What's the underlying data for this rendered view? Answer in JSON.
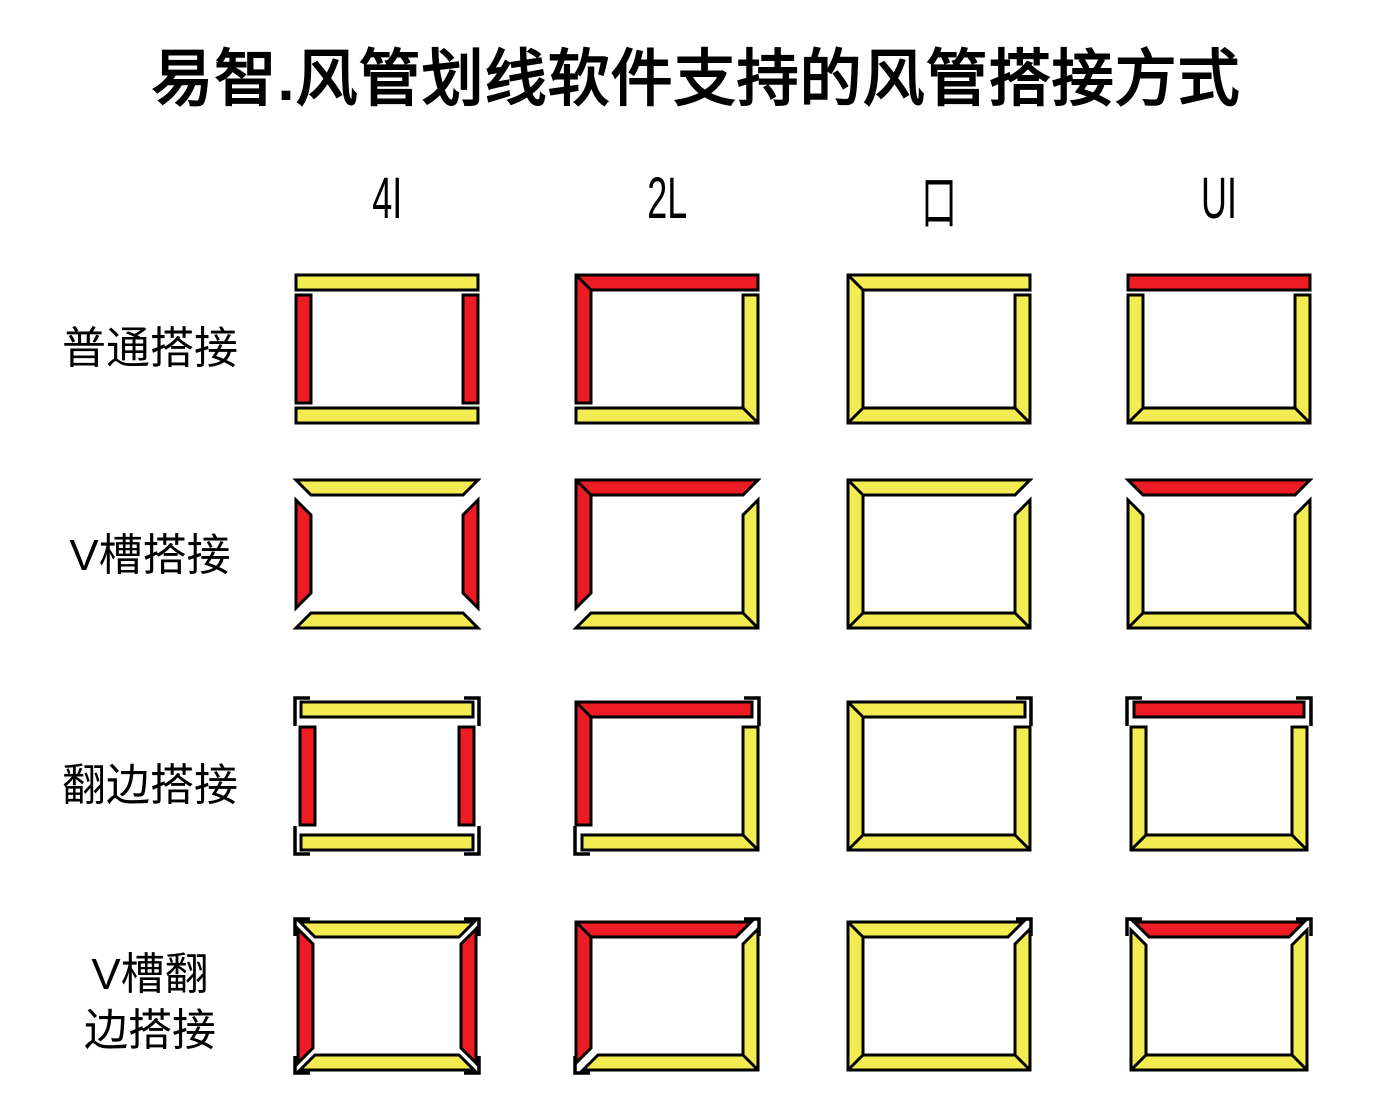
{
  "title": "易智.风管划线软件支持的风管搭接方式",
  "colors": {
    "red": "#ed1c24",
    "yellow": "#f3eb52",
    "outline": "#000000",
    "background": "#ffffff"
  },
  "columns": [
    {
      "id": "4I",
      "label": "4I",
      "piece_colors": {
        "top": "yellow",
        "bottom": "yellow",
        "left": "red",
        "right": "red"
      }
    },
    {
      "id": "2L",
      "label": "2L",
      "piece_colors": {
        "L1": "red",
        "L2": "yellow"
      }
    },
    {
      "id": "box",
      "label": "口",
      "piece_colors": {
        "all": "yellow"
      }
    },
    {
      "id": "UI",
      "label": "UI",
      "piece_colors": {
        "top": "red",
        "u": "yellow"
      }
    }
  ],
  "rows": [
    {
      "id": "plain",
      "style": "plain",
      "label": "普通搭接",
      "label_lines": [
        "普通搭接"
      ]
    },
    {
      "id": "vgroove",
      "style": "vgroove",
      "label": "V槽搭接",
      "label_lines": [
        "V槽搭接"
      ]
    },
    {
      "id": "flange",
      "style": "flange",
      "label": "翻边搭接",
      "label_lines": [
        "翻边搭接"
      ]
    },
    {
      "id": "vflange",
      "style": "vflange",
      "label": "V槽翻边搭接",
      "label_lines": [
        "V槽翻",
        "边搭接"
      ]
    }
  ]
}
